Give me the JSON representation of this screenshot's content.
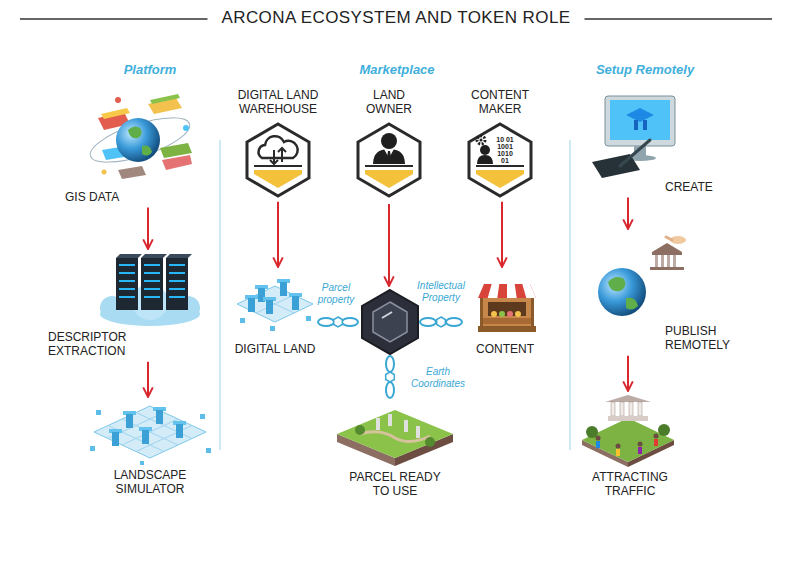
{
  "diagram": {
    "title": "ARCONA ECOSYSTEM AND TOKEN ROLE",
    "nodes": [
      {
        "text": [
          "GIS DATA"
        ]
      },
      {
        "text": [
          "DESCRIPTOR EXTRACTION"
        ]
      },
      {
        "text": [
          "LANDSCAPE SIMULATOR"
        ]
      },
      {
        "text": [
          "DIGITAL LAND WAREHOUSE"
        ]
      },
      {
        "text": [
          "LAND OWNER"
        ]
      },
      {
        "text": [
          "CONTENT MAKER"
        ]
      },
      {
        "text": [
          "DIGITAL LAND"
        ]
      },
      {
        "text": [
          "CONTENT"
        ]
      },
      {
        "text": [
          "PARCEL READY TO USE"
        ]
      },
      {
        "text": [
          "CREATE"
        ]
      },
      {
        "text": [
          "PUBLISH REMOTELY"
        ]
      },
      {
        "text": [
          "ATTRACTING TRAFFIC"
        ]
      }
    ],
    "edges": [
      {
        "from": 0,
        "to": 1,
        "arrow": "to"
      },
      {
        "from": 1,
        "to": 2,
        "arrow": "to"
      },
      {
        "from": 3,
        "to": 6,
        "arrow": "to"
      },
      {
        "from": 5,
        "to": 7,
        "arrow": "to"
      },
      {
        "from": 9,
        "to": 10,
        "arrow": "to"
      },
      {
        "from": 10,
        "to": 11,
        "arrow": "to"
      }
    ],
    "labels": [
      "Platform",
      "Marketplace",
      "Setup Remotely",
      "Parcel property",
      "Intellectual Property",
      "Earth Coordinates",
      "10 01 1001 1010 01"
    ]
  }
}
